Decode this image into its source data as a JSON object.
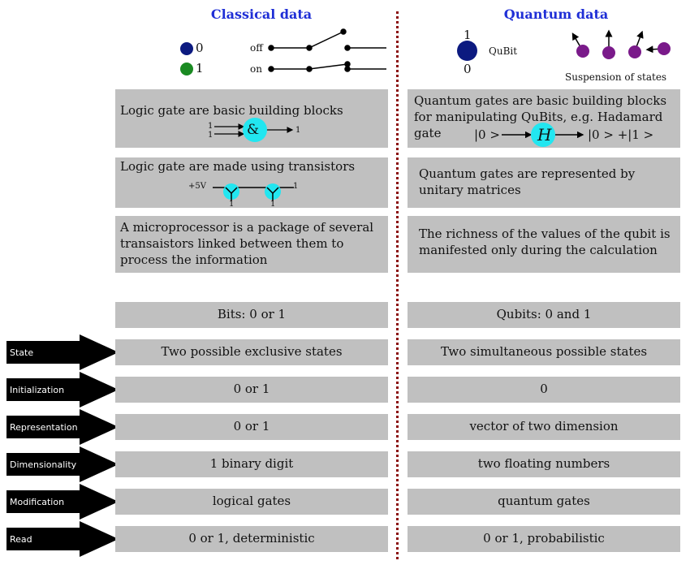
{
  "left": {
    "title": "Classical data",
    "legend_zero": "0",
    "legend_one": "1",
    "switch_off": "off",
    "switch_on": "on",
    "logic_gate_text": "Logic gate are basic building blocks",
    "gate_in1": "1",
    "gate_in2": "1",
    "gate_symbol": "&",
    "gate_out": "1",
    "transistor_text": "Logic gate are made using transistors",
    "voltage": "+5V",
    "tr_out": "1",
    "tr_in1": "1",
    "tr_in2": "1",
    "microprocessor_text": "A microprocessor is a package of several transaistors linked between them to process the information",
    "header_row": "Bits: 0 or 1"
  },
  "right": {
    "title": "Quantum data",
    "qubit_one": "1",
    "qubit_zero": "0",
    "qubit_label": "QuBit",
    "suspension_label": "Suspension of states",
    "gate_text": "Quantum gates are basic building blocks for manipulating QuBits, e.g. Hadamard gate",
    "h_in": "|0 >",
    "h_symbol": "H",
    "h_out": "|0 > +|1 >",
    "unitary_text": "Quantum gates are represented by unitary matrices",
    "richness_text": "The richness of the values of the qubit is manifested only during the calculation",
    "header_row": "Qubits: 0 and 1"
  },
  "rows": [
    {
      "label": "State",
      "classical": "Two possible exclusive states",
      "quantum": "Two simultaneous possible states"
    },
    {
      "label": "Initialization",
      "classical": "0 or 1",
      "quantum": "0"
    },
    {
      "label": "Representation",
      "classical": "0 or 1",
      "quantum": "vector of two dimension"
    },
    {
      "label": "Dimensionality",
      "classical": "1 binary digit",
      "quantum": "two floating numbers"
    },
    {
      "label": "Modification",
      "classical": "logical gates",
      "quantum": "quantum gates"
    },
    {
      "label": "Read",
      "classical": "0 or 1, deterministic",
      "quantum": "0 or 1, probabilistic"
    }
  ],
  "colors": {
    "box": "#c0c0c0",
    "title": "#1f2fd6",
    "divider": "#8b1010",
    "bit_zero": "#0c1a80",
    "bit_one": "#1a8a22",
    "gate": "#22e6f0",
    "qubit": "#7a1a8a"
  }
}
